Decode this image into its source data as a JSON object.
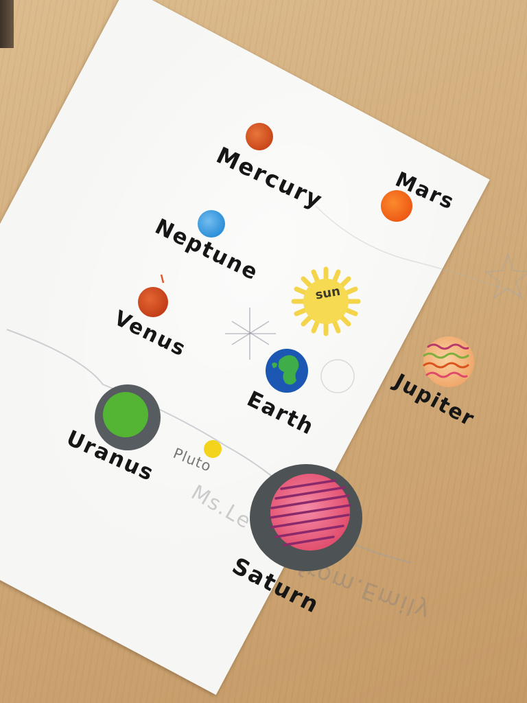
{
  "drawing": {
    "labels": {
      "mercury": "Mercury",
      "mars": "Mars",
      "neptune": "Neptune",
      "sun": "sun",
      "venus": "Venus",
      "earth": "Earth",
      "jupiter": "Jupiter",
      "uranus": "Uranus",
      "pluto": "Pluto",
      "saturn": "Saturn"
    },
    "faint_back_text": {
      "signature": "from.Emily",
      "teacher": "Ms.Le"
    },
    "colors": {
      "table": "#d2ac7b",
      "paper": "#f6f6f4",
      "ink": "#161616",
      "mercury": "#d9531e",
      "mars": "#f26a1b",
      "neptune": "#3b9de0",
      "sun": "#f6d84a",
      "venus": "#d4481c",
      "earth_ocean": "#1d58b4",
      "earth_land": "#3fae49",
      "jupiter": "#f0b27a",
      "uranus_ring": "#555b5e",
      "uranus_core": "#56b734",
      "pluto": "#f2d21a",
      "saturn_ring": "#4f5457",
      "saturn_core": "#ea5f8a"
    }
  }
}
